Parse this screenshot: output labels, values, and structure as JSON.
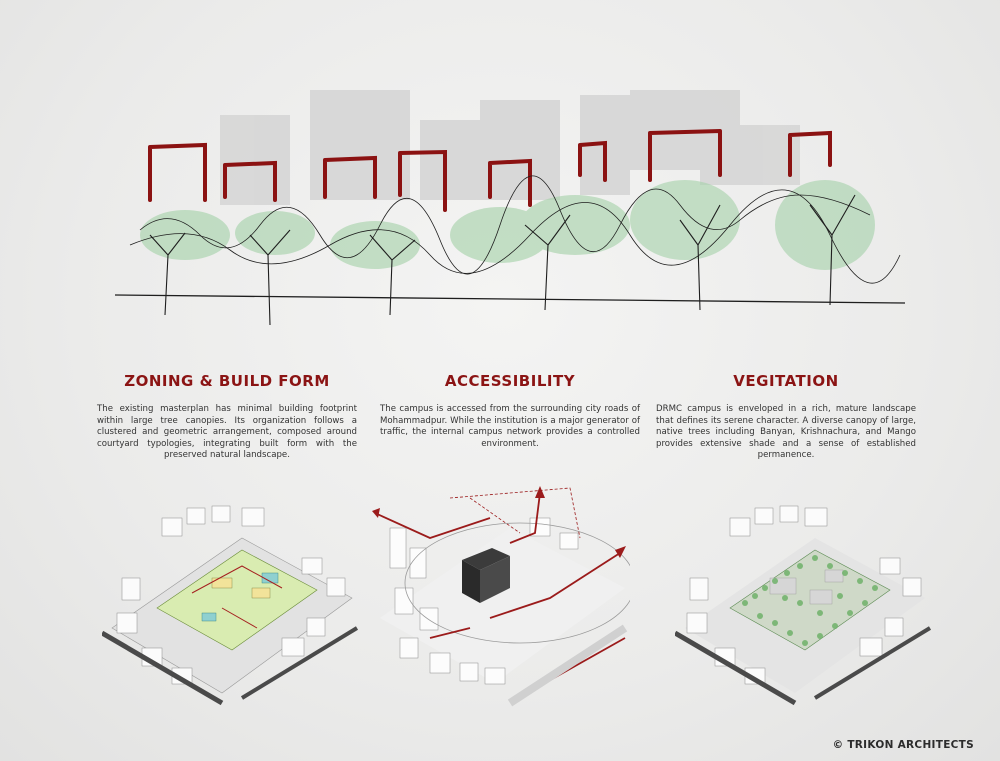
{
  "columns": [
    {
      "title": "ZONING & BUILD FORM",
      "text": "The existing masterplan has minimal building footprint within large tree canopies. Its organization follows a clustered and geometric arrangement, composed around courtyard typologies, integrating built form with the preserved natural landscape."
    },
    {
      "title": "ACCESSIBILITY",
      "text": "The campus is accessed from the surrounding city roads of Mohammadpur. While the institution is a major generator of traffic, the internal campus network provides a controlled environment."
    },
    {
      "title": "VEGITATION",
      "text": "DRMC campus is enveloped in a rich, mature landscape that defines its serene character. A diverse canopy of large, native trees including Banyan, Krishnachura, and Mango provides extensive shade and a sense of established permanence."
    }
  ],
  "credit": "© TRIKON ARCHITECTS",
  "colors": {
    "accent": "#8b1414",
    "tree_green": "#7fbf86",
    "road": "#555555",
    "building": "#fafafa"
  }
}
